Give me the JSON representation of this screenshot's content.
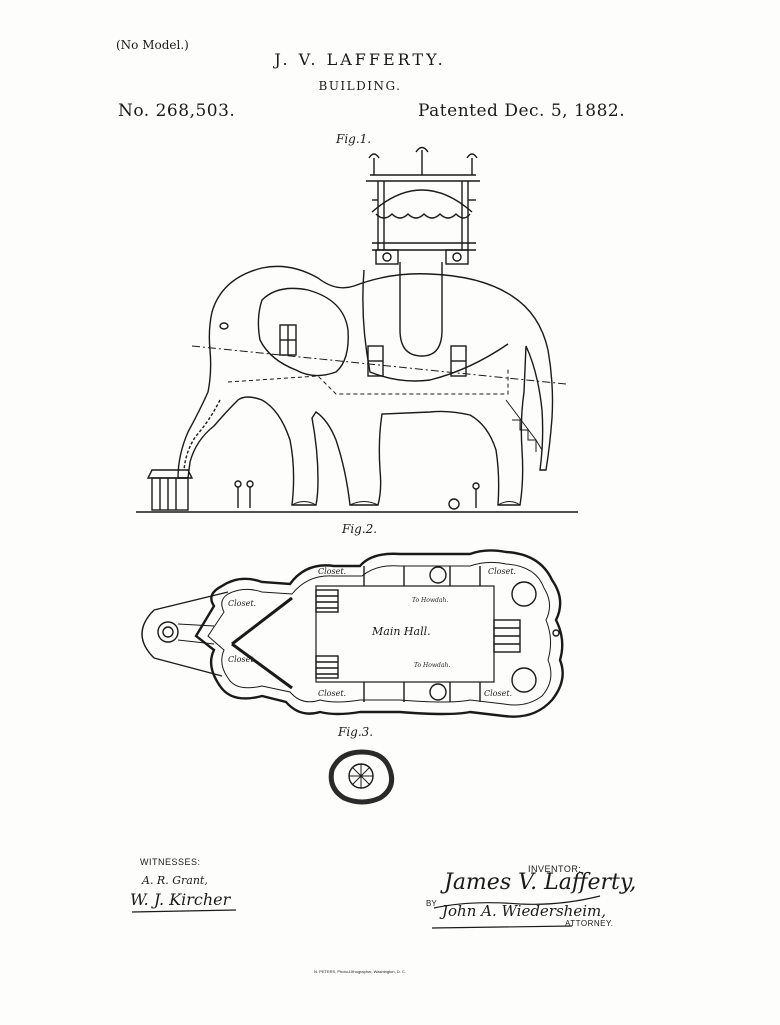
{
  "header": {
    "no_model": "(No Model.)",
    "inventor": "J. V. LAFFERTY.",
    "title": "BUILDING.",
    "patent_number": "No. 268,503.",
    "patent_date": "Patented Dec. 5, 1882."
  },
  "figures": {
    "fig1": "Fig.1.",
    "fig2": "Fig.2.",
    "fig3": "Fig.3."
  },
  "floor_plan": {
    "main_hall": "Main Hall.",
    "closets": [
      "Closet.",
      "Closet.",
      "Closet.",
      "Closet.",
      "Closet.",
      "Closet."
    ],
    "to_howdah_top": "To Howdah.",
    "to_howdah_bottom": "To Howdah."
  },
  "footer": {
    "witnesses_label": "WITNESSES:",
    "witness_1": "A. R. Grant,",
    "witness_2": "W. J. Kircher",
    "inventor_label": "INVENTOR:",
    "inventor_signature": "James V. Lafferty,",
    "by_label": "BY",
    "attorney_signature": "John A. Wiedersheim,",
    "attorney_label": "ATTORNEY.",
    "imprint": "N. PETERS, Photo-Lithographer, Washington, D. C."
  }
}
